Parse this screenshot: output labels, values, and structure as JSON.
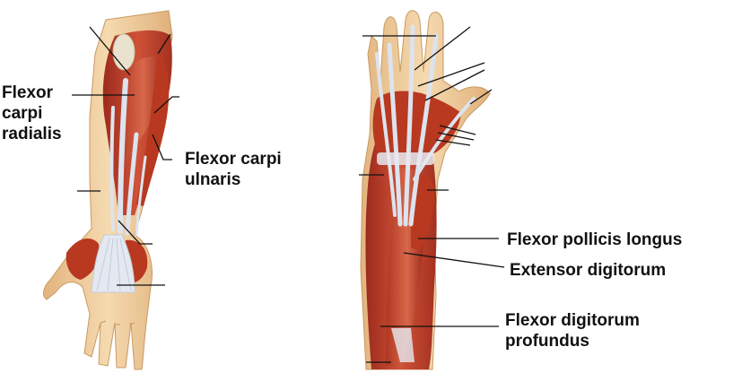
{
  "labels": {
    "flexor_carpi_radialis": "Flexor\ncarpi\nradialis",
    "flexor_carpi_ulnaris": "Flexor carpi\nulnaris",
    "flexor_pollicis_longus": "Flexor pollicis longus",
    "extensor_digitorum": "Extensor digitorum",
    "flexor_digitorum_profundus": "Flexor digitorum\nprofundus"
  },
  "colors": {
    "skin": "#f0d2a4",
    "skin_shade": "#d9a86f",
    "muscle": "#c2402c",
    "muscle_dark": "#8e2418",
    "tendon": "#dfe4ee",
    "leader": "#111111"
  }
}
